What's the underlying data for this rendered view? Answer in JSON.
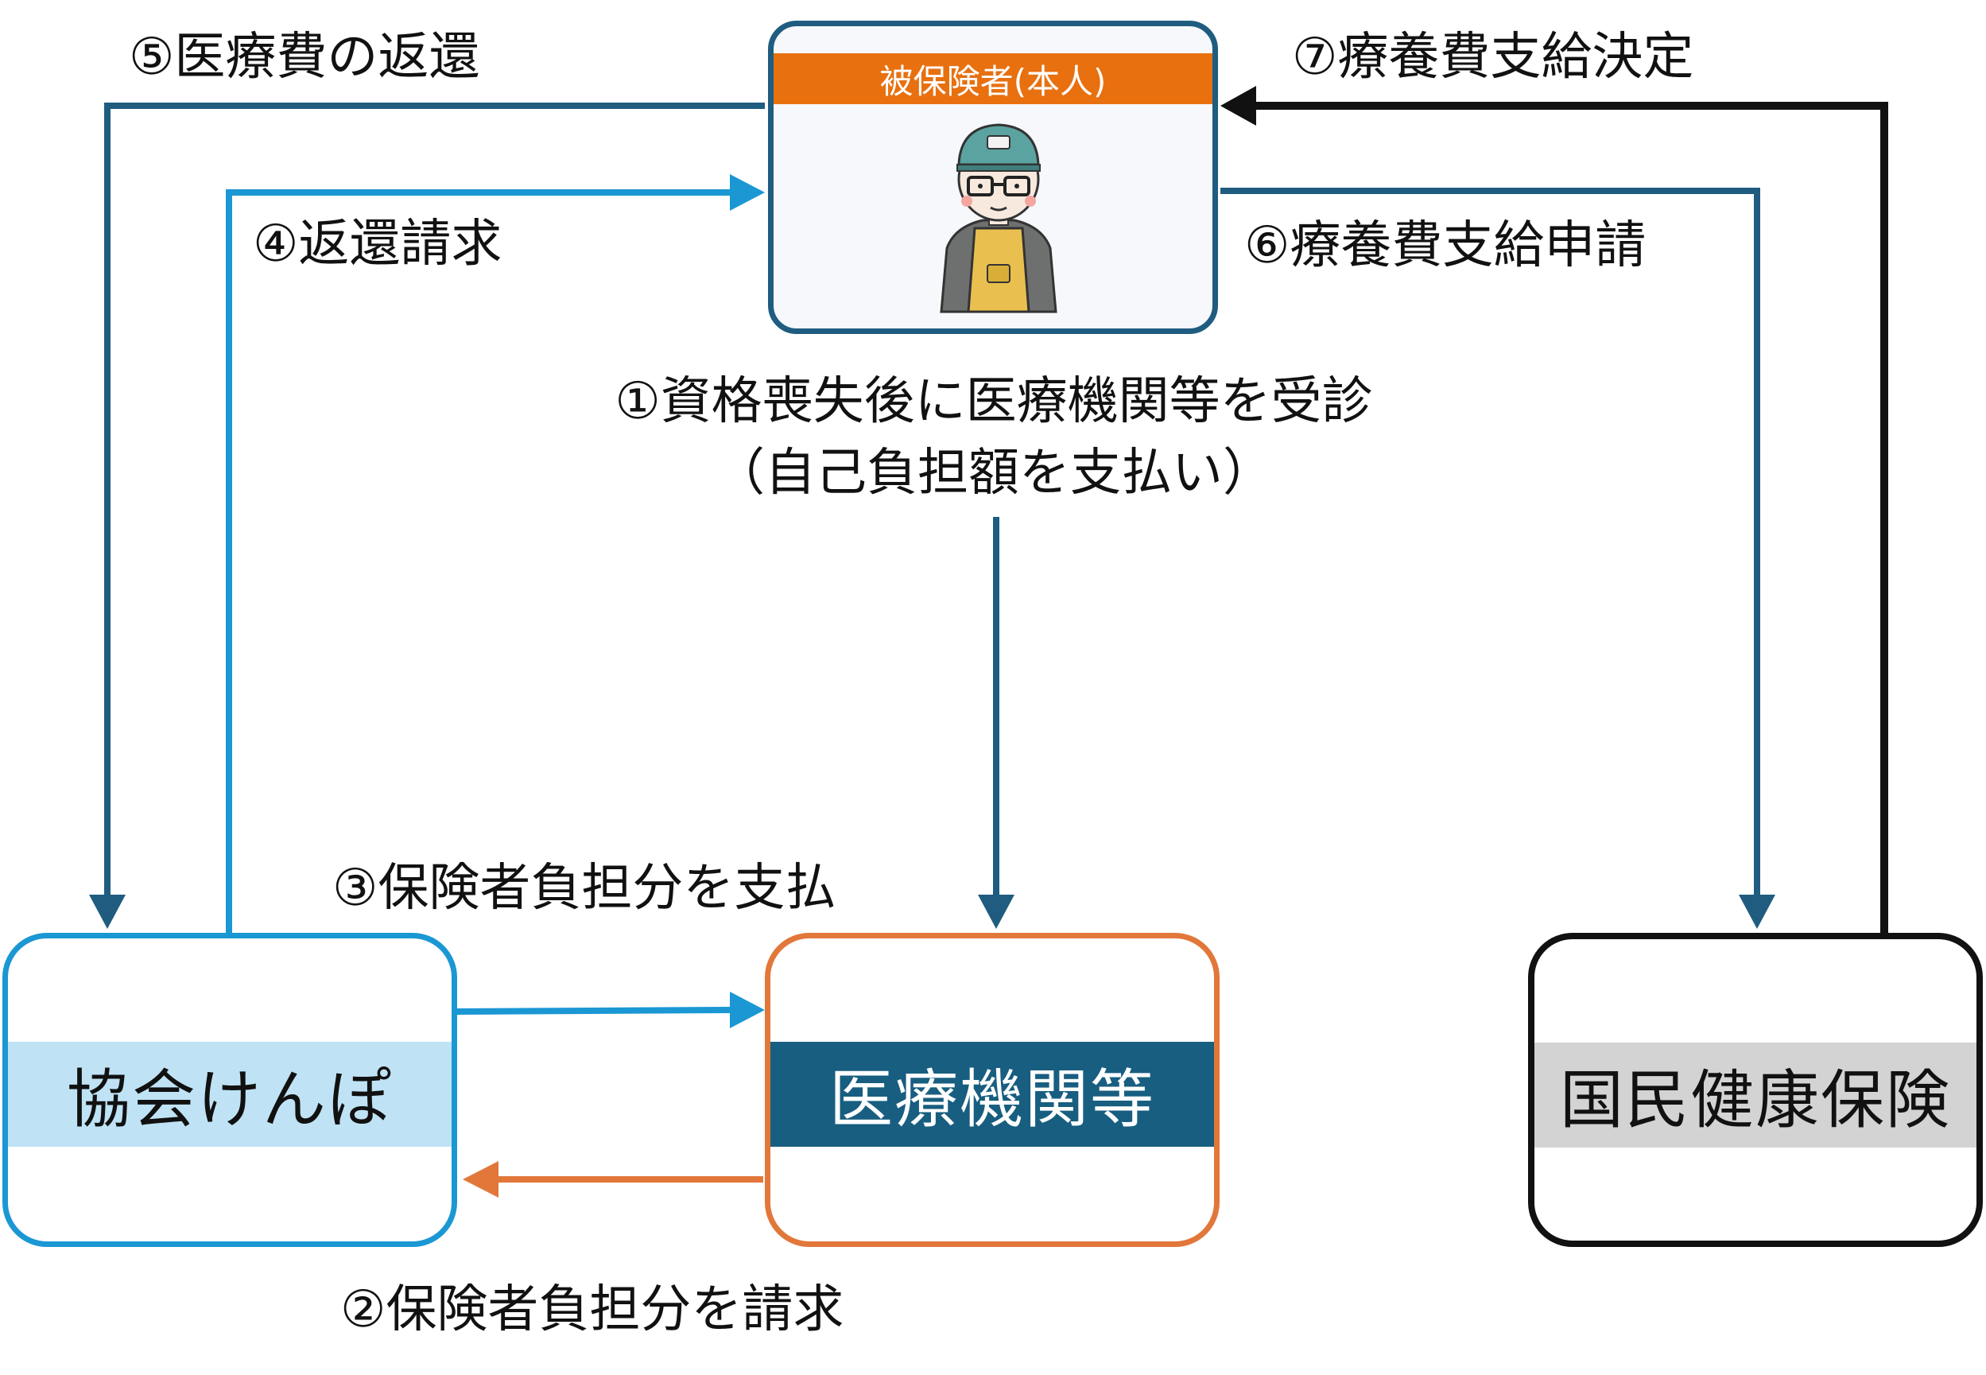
{
  "nodes": {
    "insured": {
      "label": "被保険者(本人)",
      "band_color": "#E8700F",
      "border_color": "#1F5C80"
    },
    "kyokai": {
      "label": "協会けんぽ",
      "band_color": "#BFE3F5",
      "border_color": "#1B97D4"
    },
    "medical": {
      "label": "医療機関等",
      "band_color": "#185E80",
      "border_color": "#E2773A"
    },
    "nhi": {
      "label": "国民健康保険",
      "band_color": "#D3D3D3",
      "border_color": "#111111"
    }
  },
  "steps": {
    "s1_line1": "①資格喪失後に医療機関等を受診",
    "s1_line2": "（自己負担額を支払い）",
    "s2": "②保険者負担分を請求",
    "s3": "③保険者負担分を支払",
    "s4": "④返還請求",
    "s5": "⑤医療費の返還",
    "s6": "⑥療養費支給申請",
    "s7": "⑦療養費支給決定"
  },
  "colors": {
    "dark_blue": "#1F5C80",
    "light_blue": "#1B97D4",
    "orange": "#E2773A",
    "black": "#111111"
  },
  "icons": {
    "person": "person-with-cap-and-apron-icon"
  }
}
